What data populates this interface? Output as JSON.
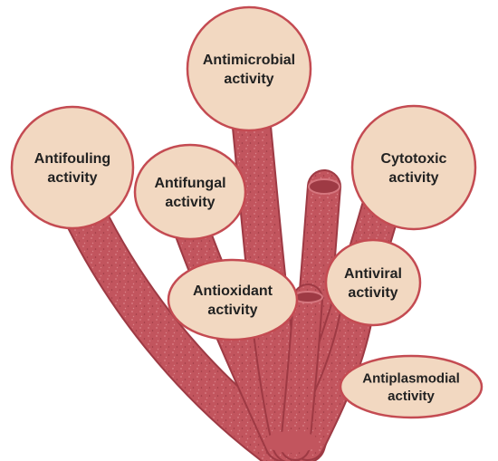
{
  "colors": {
    "tube_fill": "#c2555e",
    "tube_dark": "#9e3a44",
    "tube_light": "#d5767e",
    "bubble_fill": "#f2d8c1",
    "bubble_stroke": "#c44b52",
    "text": "#222222"
  },
  "activities": [
    {
      "id": "antimicrobial",
      "lines": [
        "Antimicrobial",
        "activity"
      ]
    },
    {
      "id": "antifouling",
      "lines": [
        "Antifouling",
        "activity"
      ]
    },
    {
      "id": "antifungal",
      "lines": [
        "Antifungal",
        "activity"
      ]
    },
    {
      "id": "cytotoxic",
      "lines": [
        "Cytotoxic",
        "activity"
      ]
    },
    {
      "id": "antioxidant",
      "lines": [
        "Antioxidant",
        "activity"
      ]
    },
    {
      "id": "antiviral",
      "lines": [
        "Antiviral",
        "activity"
      ]
    },
    {
      "id": "antiplasmodial",
      "lines": [
        "Antiplasmodial",
        "activity"
      ]
    }
  ]
}
